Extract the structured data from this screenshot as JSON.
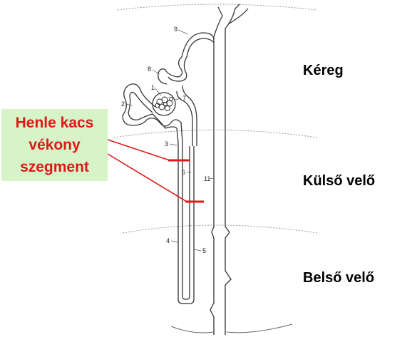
{
  "zones": {
    "cortex": "Kéreg",
    "outer_medulla": "Külső velő",
    "inner_medulla": "Belső velő"
  },
  "callout": {
    "line1": "Henle kacs",
    "line2": "vékony",
    "line3": "szegment"
  },
  "segment_numbers": [
    "1",
    "2",
    "3",
    "4",
    "5",
    "6",
    "7",
    "8",
    "9",
    "11"
  ],
  "colors": {
    "callout_bg": "#d7f3c8",
    "callout_text": "#e01818",
    "marker": "#e01818",
    "outline": "#333333"
  }
}
